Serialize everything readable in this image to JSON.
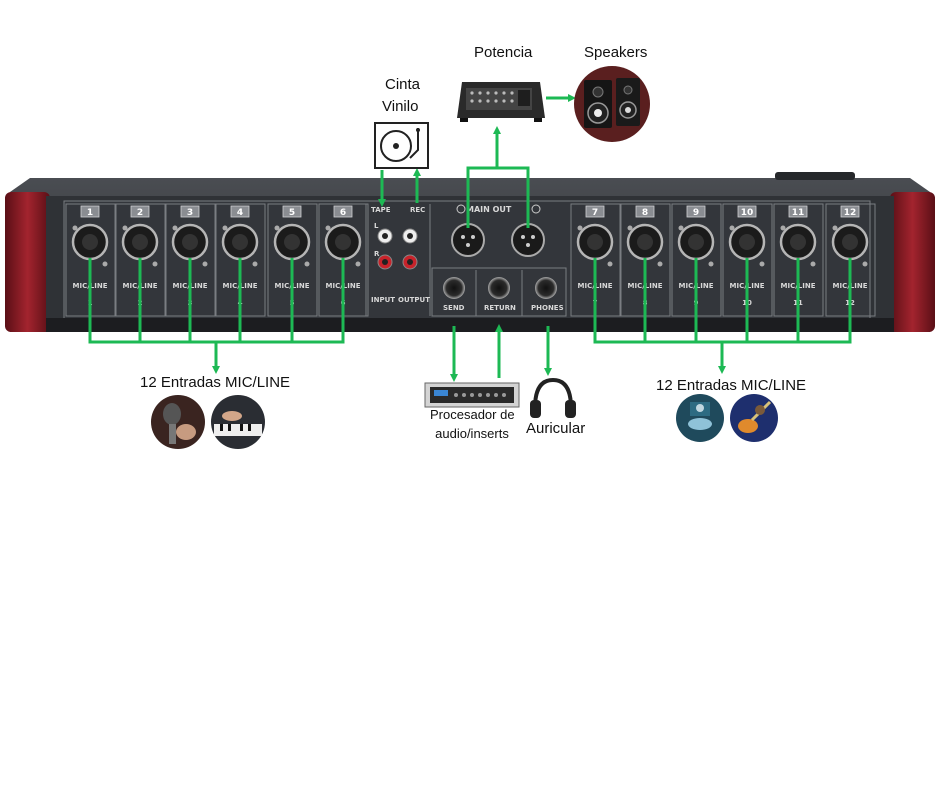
{
  "labels": {
    "potencia": "Potencia",
    "speakers": "Speakers",
    "cinta": "Cinta",
    "vinilo": "Vinilo",
    "left_inputs": "12 Entradas MIC/LINE",
    "right_inputs": "12 Entradas MIC/LINE",
    "processor_line1": "Procesador de",
    "processor_line2": "audio/inserts",
    "headphones": "Auricular"
  },
  "panel": {
    "channel_numbers": [
      "1",
      "2",
      "3",
      "4",
      "5",
      "6",
      "7",
      "8",
      "9",
      "10",
      "11",
      "12"
    ],
    "channel_label": "MIC/LINE",
    "tape": "TAPE",
    "rec": "REC",
    "left": "L",
    "right": "R",
    "input": "INPUT",
    "output": "OUTPUT",
    "main_out": "MAIN OUT",
    "send": "SEND",
    "return": "RETURN",
    "phones": "PHONES"
  },
  "colors": {
    "arrow": "#1db954",
    "panel": "#3a3d42",
    "side": "#8b1a22"
  },
  "icons": [
    "turntable-icon",
    "amplifier-icon",
    "speakers-icon",
    "rack-processor-icon",
    "headphones-icon",
    "microphone-photo",
    "keyboard-photo",
    "drums-photo",
    "guitar-photo"
  ]
}
